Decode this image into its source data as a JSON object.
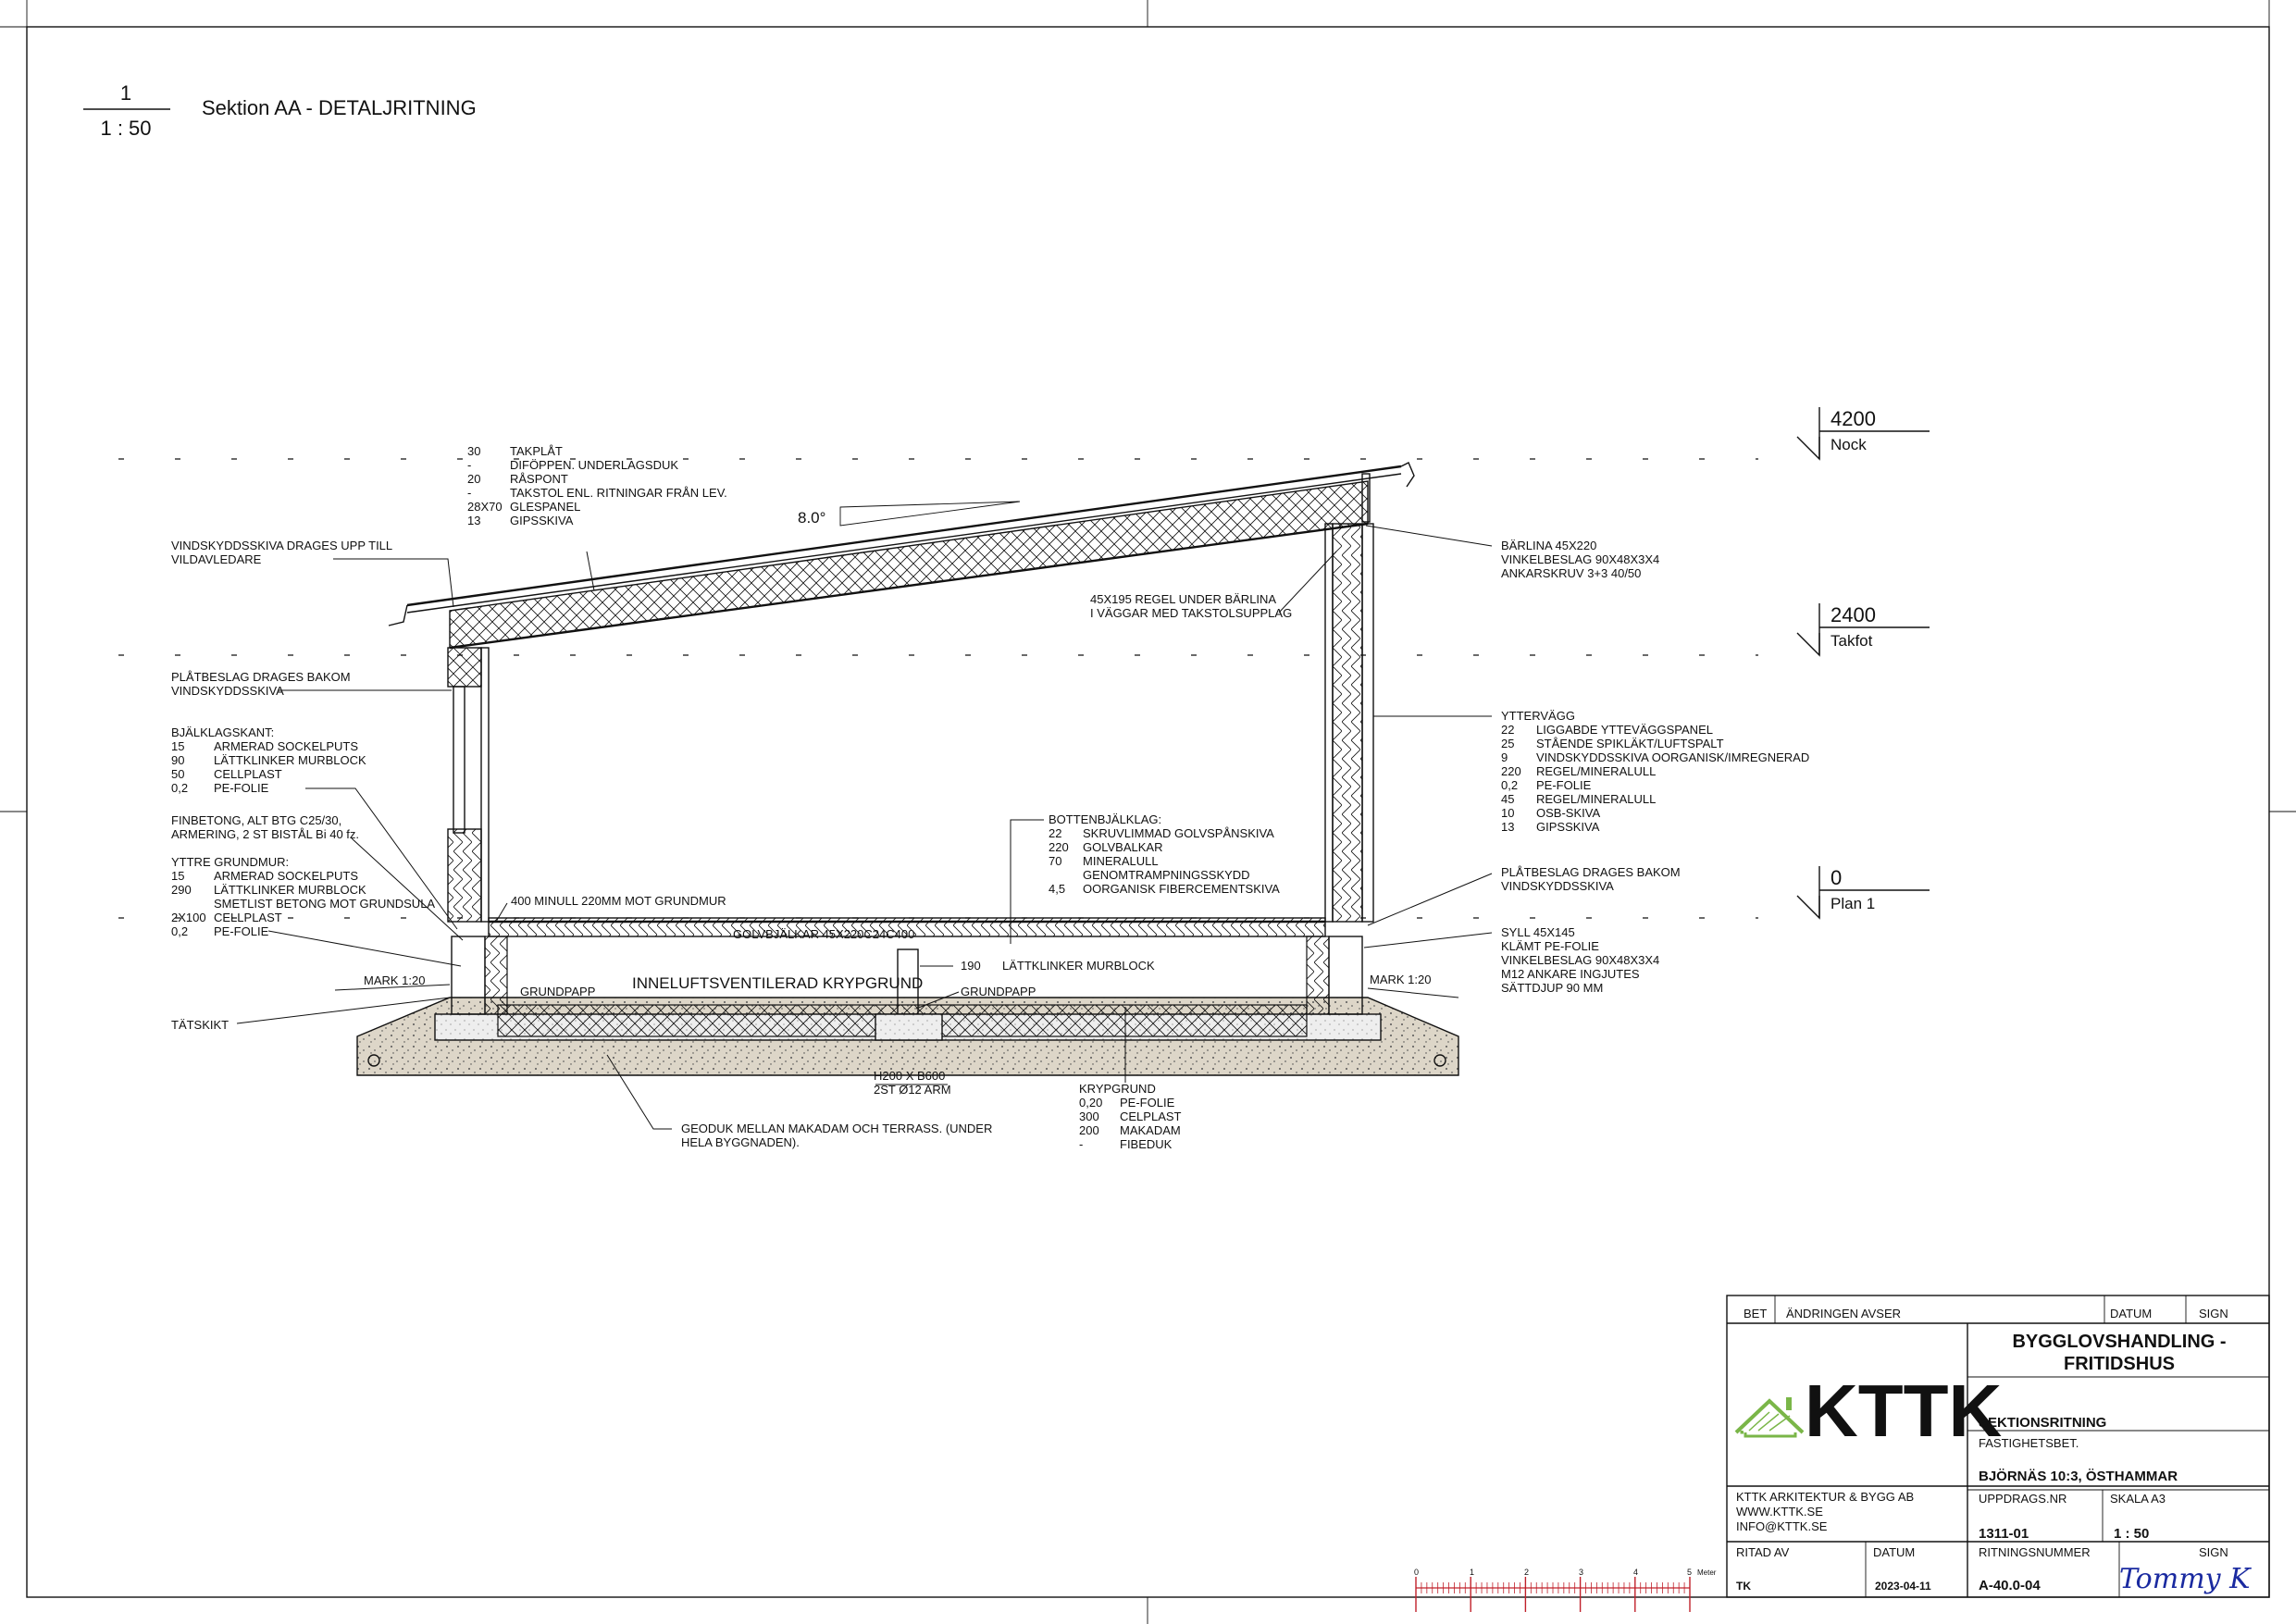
{
  "view": {
    "number": "1",
    "scale": "1 : 50",
    "title": "Sektion AA - DETALJRITNING"
  },
  "levels": [
    {
      "value": "4200",
      "name": "Nock"
    },
    {
      "value": "2400",
      "name": "Takfot"
    },
    {
      "value": "0",
      "name": "Plan 1"
    }
  ],
  "roof_pitch": "8.0°",
  "roof_layers": [
    {
      "t": "30",
      "d": "TAKPLÅT"
    },
    {
      "t": "-",
      "d": "DIFÖPPEN. UNDERLAGSDUK"
    },
    {
      "t": "20",
      "d": "RÅSPONT"
    },
    {
      "t": "-",
      "d": "TAKSTOL ENL. RITNINGAR FRÅN LEV."
    },
    {
      "t": "28X70",
      "d": "GLESPANEL"
    },
    {
      "t": "13",
      "d": "GIPSSKIVA"
    }
  ],
  "notes_left": {
    "vindskydd_1": "VINDSKYDDSSKIVA DRAGES UPP TILL",
    "vindskydd_2": "VILDAVLEDARE",
    "platbeslag_1": "PLÅTBESLAG DRAGES BAKOM",
    "platbeslag_2": "VINDSKYDDSSKIVA",
    "bjalklagskant": "BJÄLKLAGSKANT:",
    "bjalklagskant_layers": [
      {
        "t": "15",
        "d": "ARMERAD SOCKELPUTS"
      },
      {
        "t": "90",
        "d": "LÄTTKLINKER MURBLOCK"
      },
      {
        "t": "50",
        "d": "CELLPLAST"
      },
      {
        "t": "0,2",
        "d": "PE-FOLIE"
      }
    ],
    "finbetong_1": "FINBETONG, ALT BTG C25/30,",
    "finbetong_2": "ARMERING, 2 ST BISTÅL Bi 40 fz.",
    "yttre_grundmur": "YTTRE GRUNDMUR:",
    "grundmur_layers": [
      {
        "t": "15",
        "d": "ARMERAD SOCKELPUTS"
      },
      {
        "t": "290",
        "d": "LÄTTKLINKER MURBLOCK"
      },
      {
        "t": "",
        "d": "SMETLIST BETONG MOT GRUNDSULA"
      },
      {
        "t": "2X100",
        "d": "CELLPLAST"
      },
      {
        "t": "0,2",
        "d": "PE-FOLIE"
      }
    ],
    "mark_left": "MARK 1:20",
    "tatskikt": "TÄTSKIKT"
  },
  "notes_center": {
    "minull": "400 MINULL 220MM MOT GRUNDMUR",
    "golvbjalkar": "GOLVBJÄLKAR 45X220C24C400",
    "krypgrund_label": "INNELUFTSVENTILERAD KRYPGRUND",
    "grundpapp_left": "GRUNDPAPP",
    "grundpapp_right": "GRUNDPAPP",
    "murblock_t": "190",
    "murblock_d": "LÄTTKLINKER MURBLOCK",
    "sula_1": "H200 X B600",
    "sula_2": "2ST Ø12 ARM",
    "geoduk_1": "GEODUK MELLAN MAKADAM OCH TERRASS. (UNDER",
    "geoduk_2": "HELA BYGGNADEN).",
    "regel_1": "45X195 REGEL UNDER BÄRLINA",
    "regel_2": "I VÄGGAR MED TAKSTOLSUPPLAG",
    "bottenbjalklag": "BOTTENBJÄLKLAG:",
    "bottenbjalklag_layers": [
      {
        "t": "22",
        "d": "SKRUVLIMMAD GOLVSPÅNSKIVA"
      },
      {
        "t": "220",
        "d": "GOLVBALKAR"
      },
      {
        "t": "70",
        "d": "MINERALULL"
      },
      {
        "t": "",
        "d": "GENOMTRAMPNINGSSKYDD"
      },
      {
        "t": "4,5",
        "d": "OORGANISK FIBERCEMENTSKIVA"
      }
    ],
    "krypgrund_title": "KRYPGRUND",
    "krypgrund_layers": [
      {
        "t": "0,20",
        "d": "PE-FOLIE"
      },
      {
        "t": "300",
        "d": "CELPLAST"
      },
      {
        "t": "200",
        "d": "MAKADAM"
      },
      {
        "t": "-",
        "d": "FIBEDUK"
      }
    ]
  },
  "notes_right": {
    "barlina_1": "BÄRLINA 45X220",
    "barlina_2": "VINKELBESLAG 90X48X3X4",
    "barlina_3": "ANKARSKRUV 3+3 40/50",
    "yttervagg": "YTTERVÄGG",
    "yttervagg_layers": [
      {
        "t": "22",
        "d": "LIGGABDE YTTEVÄGGSPANEL"
      },
      {
        "t": "25",
        "d": "STÅENDE SPIKLÄKT/LUFTSPALT"
      },
      {
        "t": "9",
        "d": "VINDSKYDDSSKIVA OORGANISK/IMREGNERAD"
      },
      {
        "t": "220",
        "d": "REGEL/MINERALULL"
      },
      {
        "t": "0,2",
        "d": "PE-FOLIE"
      },
      {
        "t": "45",
        "d": "REGEL/MINERALULL"
      },
      {
        "t": "10",
        "d": "OSB-SKIVA"
      },
      {
        "t": "13",
        "d": "GIPSSKIVA"
      }
    ],
    "platbeslag_1": "PLÅTBESLAG DRAGES BAKOM",
    "platbeslag_2": "VINDSKYDDSSKIVA",
    "syll_1": "SYLL 45X145",
    "syll_2": "KLÄMT PE-FOLIE",
    "syll_3": "VINKELBESLAG 90X48X3X4",
    "syll_4": "M12 ANKARE INGJUTES",
    "syll_5": "SÄTTDJUP 90 MM",
    "mark_right": "MARK 1:20"
  },
  "scale_bar": {
    "ticks": [
      "0",
      "1",
      "2",
      "3",
      "4",
      "5"
    ],
    "unit": "Meter"
  },
  "title_block": {
    "bet": "BET",
    "andringen": "ÄNDRINGEN AVSER",
    "datum_hdr": "DATUM",
    "sign_hdr": "SIGN",
    "logo": "KTTK",
    "project_1": "BYGGLOVSHANDLING -",
    "project_2": "FRITIDSHUS",
    "drawing_type": "SEKTIONSRITNING",
    "fastighet_label": "FASTIGHETSBET.",
    "fastighet": "BJÖRNÄS 10:3, ÖSTHAMMAR",
    "company": "KTTK ARKITEKTUR & BYGG AB",
    "web": "WWW.KTTK.SE",
    "email": "INFO@KTTK.SE",
    "uppdrag_label": "UPPDRAGS.NR",
    "uppdrag": "1311-01",
    "skala_label": "SKALA A3",
    "skala": "1 : 50",
    "ritad_label": "RITAD AV",
    "ritad": "TK",
    "datum_label": "DATUM",
    "datum": "2023-04-11",
    "ritnr_label": "RITNINGSNUMMER",
    "ritnr": "A-40.0-04",
    "sign_label": "SIGN",
    "signature": "Tommy K"
  },
  "colors": {
    "logo_green": "#7ab648",
    "signature_blue": "#1a2aa0",
    "scale_red": "#c0202a",
    "gravel": "#d9d2c4"
  }
}
